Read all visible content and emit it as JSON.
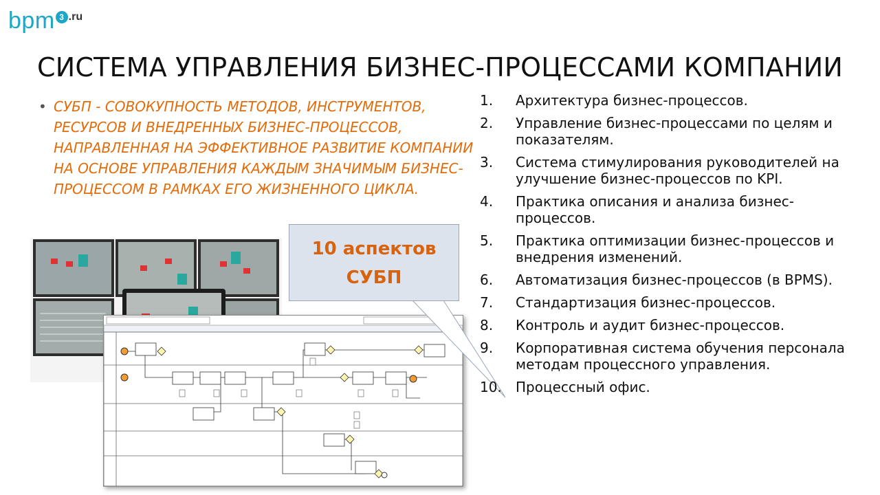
{
  "logo": {
    "main": "bpm",
    "superscript": "3",
    "tld": ".ru",
    "color": "#1ea6c8"
  },
  "title": "СИСТЕМА УПРАВЛЕНИЯ БИЗНЕС-ПРОЦЕССАМИ КОМПАНИИ",
  "definition": {
    "bullet": "•",
    "text": "СУБП - СОВОКУПНОСТЬ МЕТОДОВ, ИНСТРУМЕНТОВ, РЕСУРСОВ И ВНЕДРЕННЫХ БИЗНЕС-ПРОЦЕССОВ, НАПРАВЛЕННАЯ НА ЭФФЕКТИВНОЕ РАЗВИТИЕ КОМПАНИИ НА ОСНОВЕ УПРАВЛЕНИЯ КАЖДЫМ ЗНАЧИМЫМ БИЗНЕС-ПРОЦЕССОМ В РАМКАХ ЕГО ЖИЗНЕННОГО ЦИКЛА.",
    "color": "#e36c0a"
  },
  "callout": {
    "line1": "10 аспектов",
    "line2": "СУБП",
    "color": "#d9620c"
  },
  "aspects": [
    {
      "num": "1.",
      "text": "Архитектура бизнес-процессов."
    },
    {
      "num": "2.",
      "text": "Управление бизнес-процессами по целям и показателям."
    },
    {
      "num": "3.",
      "text": "Система стимулирования руководителей на улучшение бизнес-процессов по KPI."
    },
    {
      "num": "4.",
      "text": "Практика описания и анализа бизнес-процессов."
    },
    {
      "num": "5.",
      "text": "Практика оптимизации бизнес-процессов и внедрения изменений."
    },
    {
      "num": "6.",
      "text": "Автоматизация бизнес-процессов (в BPMS)."
    },
    {
      "num": "7.",
      "text": "Стандартизация бизнес-процессов."
    },
    {
      "num": "8.",
      "text": "Контроль и аудит бизнес-процессов."
    },
    {
      "num": "9.",
      "text": "Корпоративная система обучения персонала методам процессного управления."
    },
    {
      "num": "10.",
      "text": "Процессный офис."
    }
  ]
}
